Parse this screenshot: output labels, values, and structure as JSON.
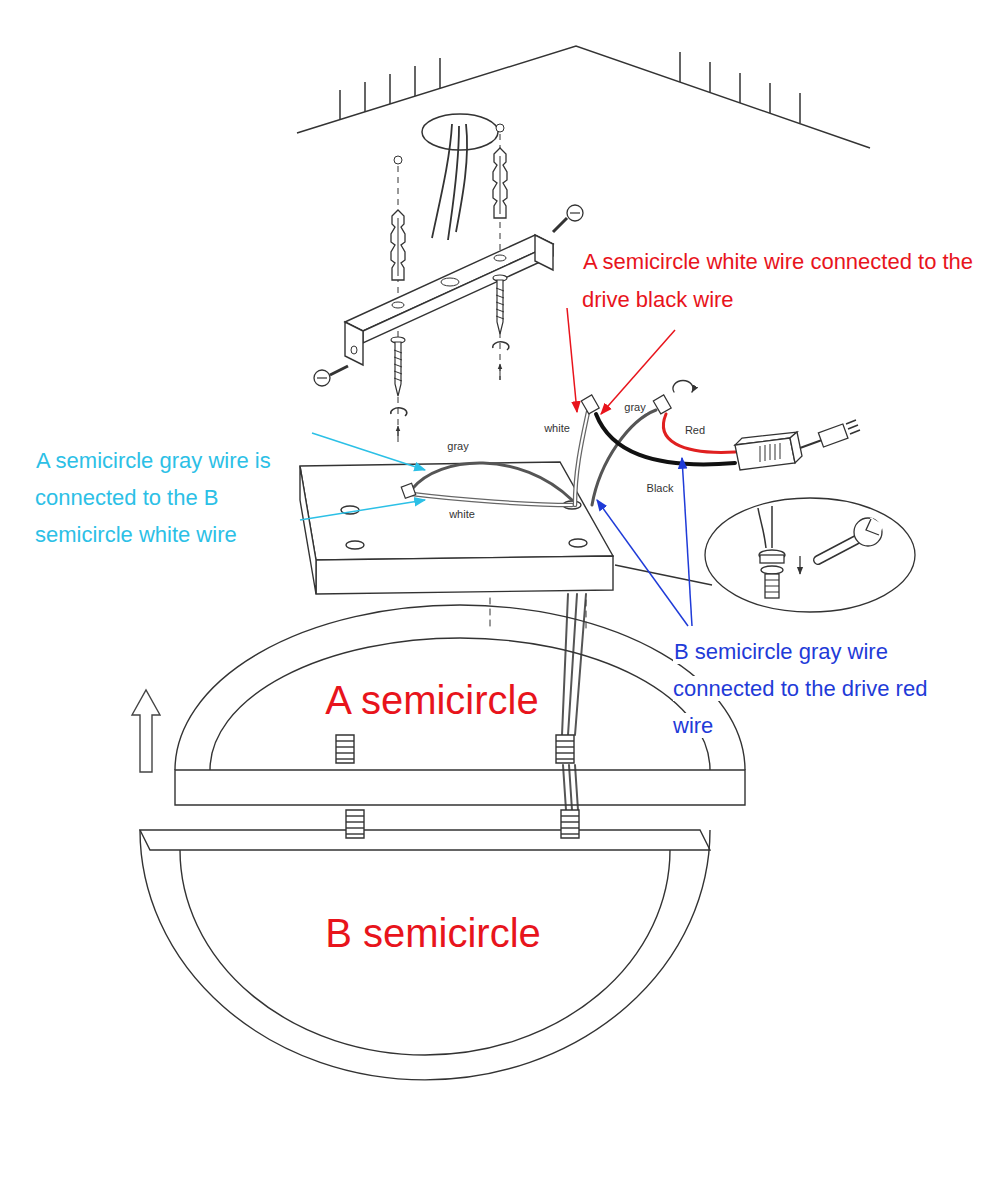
{
  "diagram": {
    "nodes": [
      {
        "text": [
          "A semicircle"
        ]
      },
      {
        "text": [
          "B semicircle"
        ]
      }
    ],
    "labels": [
      "A semicircle white wire connected to the drive black wire",
      "white",
      "gray",
      "Red",
      "A semicircle gray wire is connected to the B semicircle white wire",
      "gray",
      "white",
      "Black",
      "B semicircle gray wire connected to the drive red wire"
    ]
  }
}
